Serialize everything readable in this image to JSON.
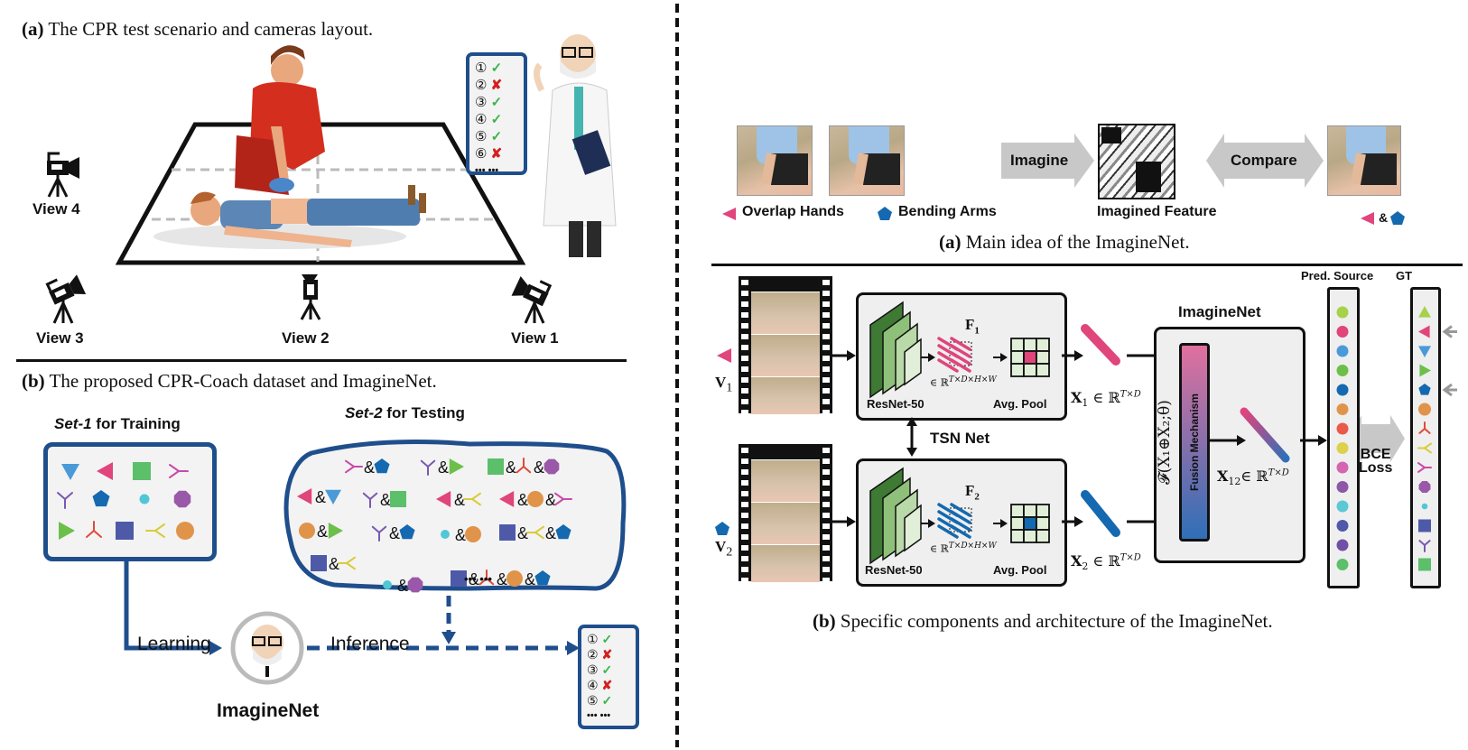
{
  "left": {
    "panel_a": {
      "caption_tag": "(a)",
      "caption_text": " The CPR test scenario and cameras layout.",
      "views": [
        "View 4",
        "View 3",
        "View 2",
        "View 1"
      ],
      "checklist": {
        "items": [
          {
            "num": "①",
            "mark": "✓",
            "status": "correct"
          },
          {
            "num": "②",
            "mark": "✘",
            "status": "wrong"
          },
          {
            "num": "③",
            "mark": "✓",
            "status": "correct"
          },
          {
            "num": "④",
            "mark": "✓",
            "status": "correct"
          },
          {
            "num": "⑤",
            "mark": "✓",
            "status": "correct"
          },
          {
            "num": "⑥",
            "mark": "✘",
            "status": "wrong"
          }
        ],
        "more": "••• •••"
      }
    },
    "panel_b": {
      "caption_tag": "(b)",
      "caption_text": " The proposed CPR-Coach dataset and ImagineNet.",
      "set1_title_italic": "Set-1",
      "set1_title_rest": " for Training",
      "set2_title_italic": "Set-2",
      "set2_title_rest": " for Testing",
      "set1_shapes": [
        "triangle-down-lightblue",
        "triangle-left-pink",
        "square-green",
        "tri-branch-magenta",
        "y-branch-purple",
        "pentagon-blue",
        "small-circle-cyan",
        "octagon-purple",
        "triangle-right-green",
        "tri-branch-red",
        "square-indigo",
        "tri-branch-yellow",
        "circle-orange"
      ],
      "set2_combos": [
        [
          "tri-branch-magenta",
          "pentagon-blue"
        ],
        [
          "y-branch-purple",
          "triangle-right-green"
        ],
        [
          "square-green",
          "tri-branch-red",
          "octagon-purple"
        ],
        [
          "triangle-left-pink",
          "triangle-down-lightblue"
        ],
        [
          "y-branch-purple",
          "square-green"
        ],
        [
          "triangle-left-pink",
          "tri-branch-yellow"
        ],
        [
          "triangle-left-pink",
          "circle-orange",
          "tri-branch-magenta"
        ],
        [
          "circle-orange",
          "triangle-right-green"
        ],
        [
          "y-branch-purple",
          "pentagon-blue"
        ],
        [
          "small-circle-cyan",
          "circle-orange"
        ],
        [
          "square-indigo",
          "tri-branch-yellow",
          "pentagon-blue"
        ],
        [
          "square-indigo",
          "tri-branch-yellow"
        ],
        [
          "small-circle-cyan",
          "octagon-purple"
        ],
        [
          "square-indigo",
          "tri-branch-red",
          "circle-orange",
          "pentagon-blue"
        ]
      ],
      "set2_more": "••• •••",
      "learning_label": "Learning",
      "inference_label": "Inference",
      "model_label": "ImagineNet",
      "checklist": {
        "items": [
          {
            "num": "①",
            "mark": "✓",
            "status": "correct"
          },
          {
            "num": "②",
            "mark": "✘",
            "status": "wrong"
          },
          {
            "num": "③",
            "mark": "✓",
            "status": "correct"
          },
          {
            "num": "④",
            "mark": "✘",
            "status": "wrong"
          },
          {
            "num": "⑤",
            "mark": "✓",
            "status": "correct"
          }
        ],
        "more": "••• •••"
      }
    }
  },
  "right": {
    "panel_a": {
      "plus": "+",
      "imagine_label": "Imagine",
      "compare_label": "Compare",
      "overlap_label": "Overlap Hands",
      "bending_label": "Bending Arms",
      "imagined_label": "Imagined Feature",
      "combo_amp": "&",
      "caption_tag": "(a)",
      "caption_text": " Main idea of the ImagineNet."
    },
    "panel_b": {
      "v1_label": "V",
      "v1_sub": "1",
      "v2_label": "V",
      "v2_sub": "2",
      "resnet_label": "ResNet-50",
      "avgpool_label": "Avg. Pool",
      "f1_label": "F",
      "f1_sub": "1",
      "f2_label": "F",
      "f2_sub": "2",
      "feature_dim": "∈ ℝ",
      "feature_sup": "T×D×H×W",
      "tsn_label": "TSN Net",
      "x1_label": "X",
      "x1_sub": "1",
      "x2_label": "X",
      "x2_sub": "2",
      "x12_label": "X",
      "x12_sub": "12",
      "vec_dim": "∈ ℝ",
      "vec_sup": "T×D",
      "imaginenet_title": "ImagineNet",
      "fusion_label": "Fusion Mechanism",
      "fusion_formula": "𝓕(X₁⊕X₂;θ)",
      "pred_title": "Pred. Source",
      "gt_title": "GT",
      "loss_label_1": "BCE",
      "loss_label_2": "Loss",
      "pred_colors": [
        "#a6d24a",
        "#e0457b",
        "#4a9ad8",
        "#6cc04a",
        "#1469b0",
        "#e0944a",
        "#e85a4a",
        "#ddd04a",
        "#d466b0",
        "#8e56a6",
        "#5cc8d4",
        "#4e5aa8",
        "#6f50a6",
        "#5cbf6a"
      ],
      "gt_shapes": [
        "triangle-up-lime",
        "triangle-left-pink",
        "triangle-down-lightblue",
        "triangle-right-green",
        "pentagon-blue",
        "circle-orange",
        "tri-branch-red",
        "tri-branch-yellow",
        "tri-branch-magenta",
        "octagon-purple",
        "small-circle-cyan",
        "square-indigo",
        "y-branch-purple",
        "square-green"
      ],
      "gt_highlighted": [
        "triangle-left-pink",
        "pentagon-blue"
      ],
      "caption_tag": "(b)",
      "caption_text": " Specific components and architecture of the ImagineNet."
    }
  },
  "colors": {
    "navy": "#1f4e8c",
    "pink": "#e0457b",
    "blue": "#1469b0",
    "green": "#5cbf6a",
    "dark_green": "#3e7a34",
    "correct": "#3cb44b",
    "wrong": "#d42020",
    "panel_bg": "#efefef"
  }
}
